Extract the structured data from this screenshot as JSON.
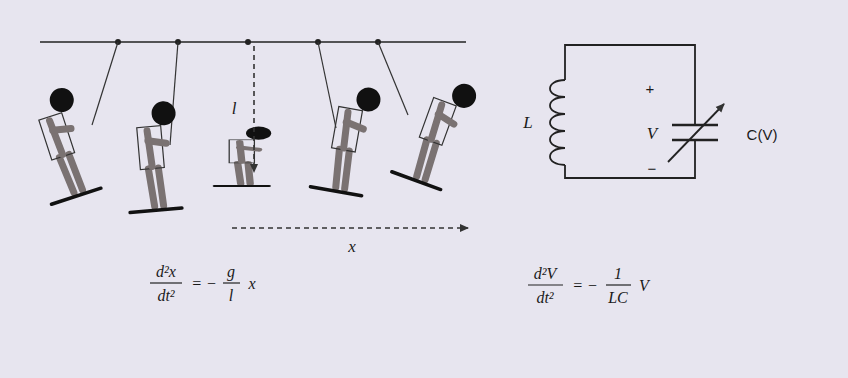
{
  "diagram": {
    "labels": [
      "l",
      "x",
      "L",
      "+",
      "V",
      "−",
      "C(V)",
      "d²x",
      "dt²",
      "= −",
      "g",
      "l",
      "x",
      "d²V",
      "dt²",
      "= −",
      "1",
      "LC",
      "V"
    ]
  }
}
